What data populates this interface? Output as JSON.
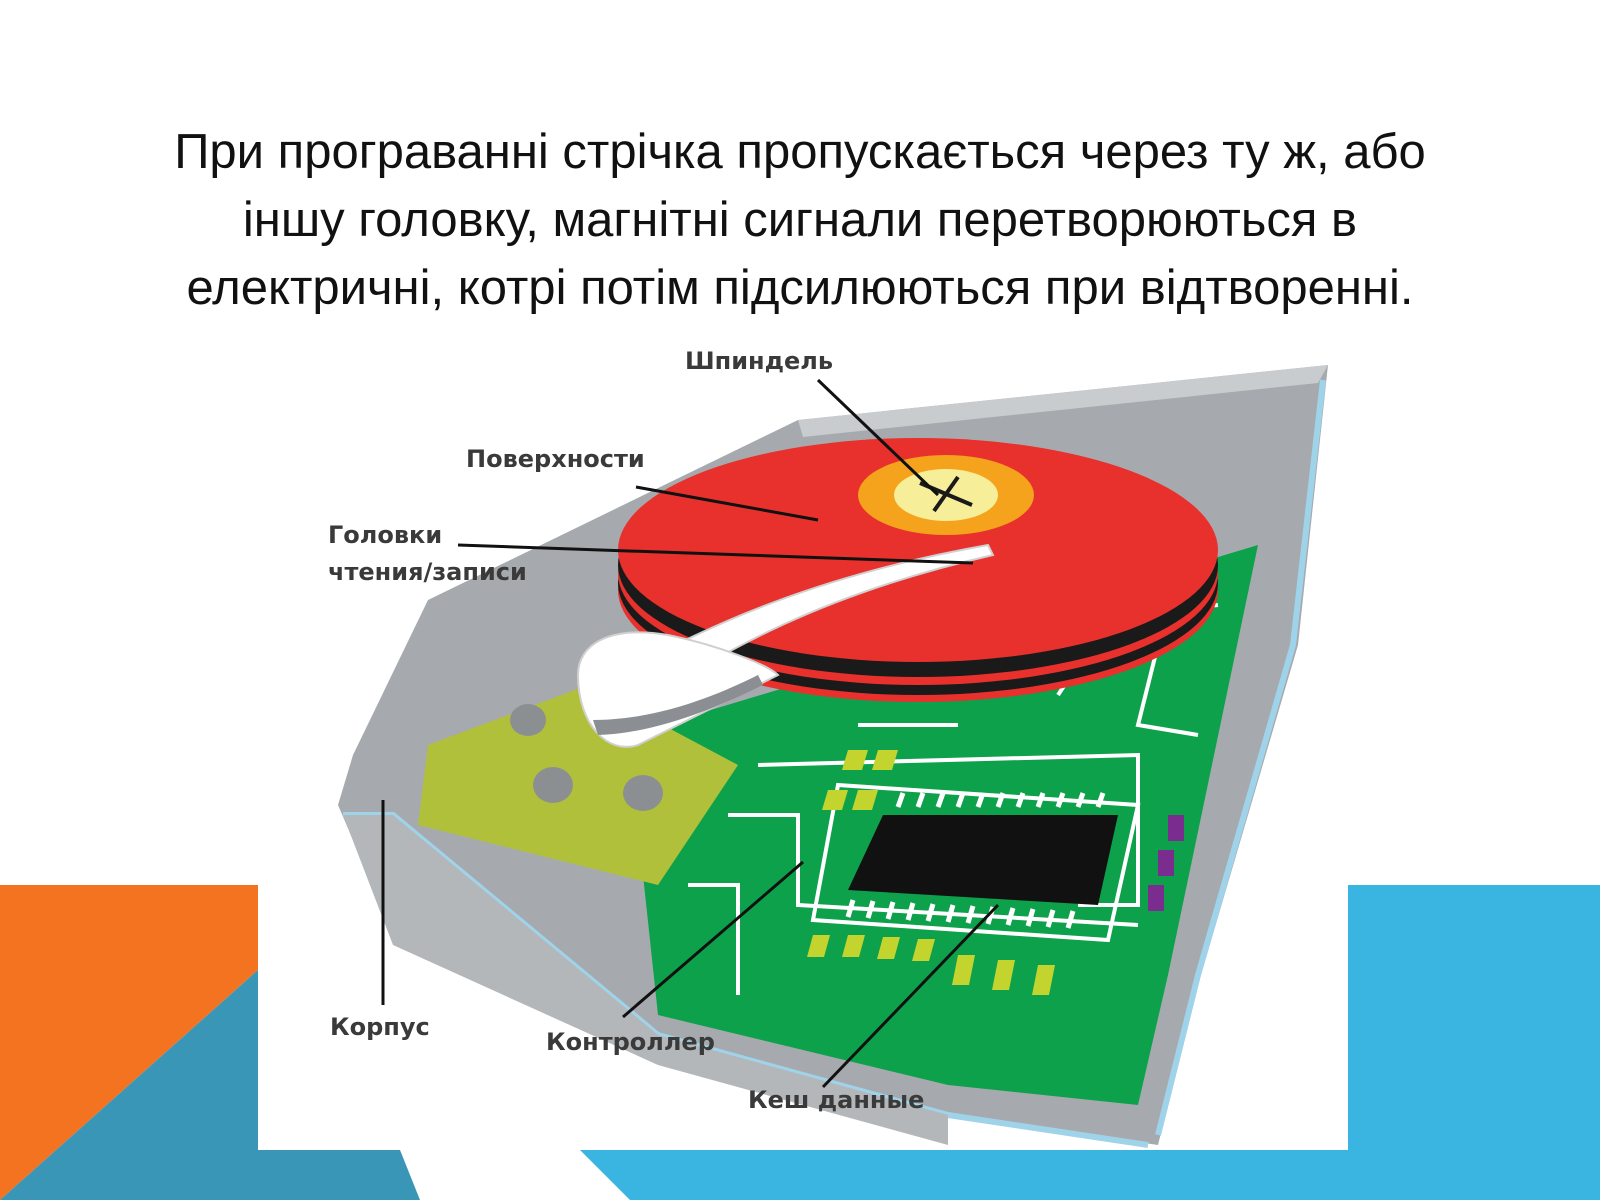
{
  "slide": {
    "text_lines": [
      "При програванні стрічка пропускається через ту ж, або",
      "іншу головку, магнітні сигнали перетворюються в",
      "електричні, котрі потім підсилюються при відтворенні."
    ]
  },
  "diagram": {
    "labels": {
      "spindle": "Шпиндель",
      "surfaces": "Поверхности",
      "heads_line1": "Головки",
      "heads_line2": "чтения/записи",
      "case": "Корпус",
      "controller": "Контроллер",
      "cache": "Кеш данные"
    }
  },
  "colors": {
    "orange_accent": "#f47321",
    "blue_accent": "#3ab4e0",
    "dark_blue_accent": "#3a96b7",
    "platter_red": "#e8302c",
    "pcb_green": "#0ea14b",
    "case_gray": "#a6aaae"
  }
}
